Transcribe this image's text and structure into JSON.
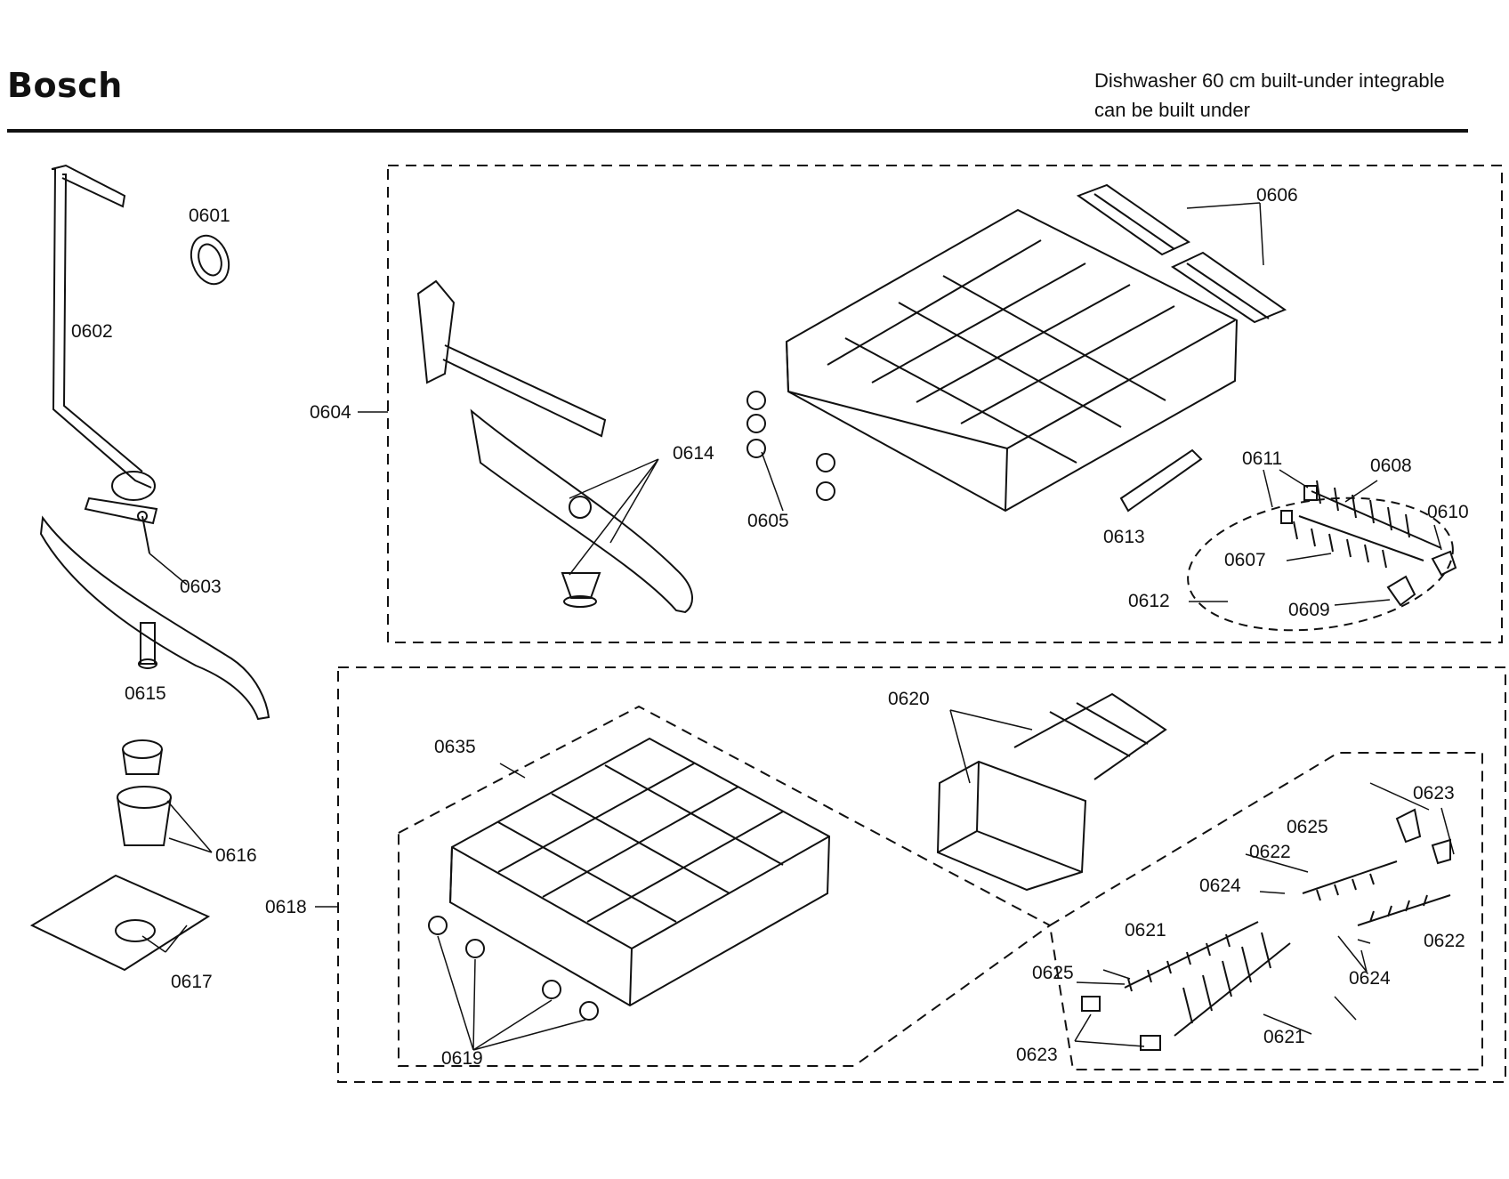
{
  "header": {
    "brand": "Bosch",
    "title_line1": "Dishwasher 60 cm built-under integrable",
    "title_line2": "can be built under"
  },
  "callouts": [
    "0601",
    "0602",
    "0603",
    "0604",
    "0605",
    "0606",
    "0607",
    "0608",
    "0609",
    "0610",
    "0611",
    "0612",
    "0613",
    "0614",
    "0615",
    "0616",
    "0617",
    "0618",
    "0619",
    "0620",
    "0621",
    "0622",
    "0623",
    "0624",
    "0625",
    "0635"
  ]
}
